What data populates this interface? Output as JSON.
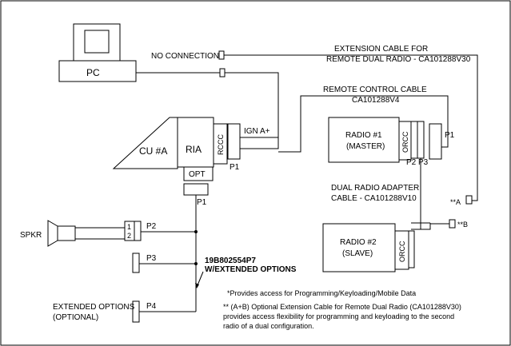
{
  "labels": {
    "no_connection": "NO CONNECTION",
    "ext_cable_1": "EXTENSION CABLE FOR",
    "ext_cable_2": "REMOTE DUAL RADIO - CA101288V30",
    "pc": "PC",
    "remote_ctrl_1": "REMOTE CONTROL CABLE",
    "remote_ctrl_2": "CA101288V4",
    "ign": "IGN A+",
    "cu": "CU #A",
    "ria": "RIA",
    "rccc": "RCCC",
    "p1_ria": "P1",
    "opt": "OPT",
    "p1_opt": "P1",
    "radio1_1": "RADIO #1",
    "radio1_2": "(MASTER)",
    "orcc1": "ORCC",
    "p1_radio": "P1",
    "p2p3": "P2 P3",
    "dual_adapter_1": "DUAL RADIO ADAPTER",
    "dual_adapter_2": "CABLE - CA101288V10",
    "star_a": "**A",
    "star_b": "**B",
    "radio2_1": "RADIO #2",
    "radio2_2": "(SLAVE)",
    "orcc2": "ORCC",
    "spkr": "SPKR",
    "pin1": "1",
    "pin2": "2",
    "p2": "P2",
    "p3": "P3",
    "p4": "P4",
    "harness_1": "19B802554P7",
    "harness_2": "W/EXTENDED OPTIONS",
    "ext_opts_1": "EXTENDED OPTIONS",
    "ext_opts_2": "(OPTIONAL)",
    "note1": "*Provides access for Programming/Keyloading/Mobile Data",
    "note2_1": "** (A+B) Optional Extension Cable for Remote Dual Radio (CA101288V30)",
    "note2_2": "provides access flexibility for programming and keyloading to the second",
    "note2_3": "radio of a dual configuration."
  }
}
